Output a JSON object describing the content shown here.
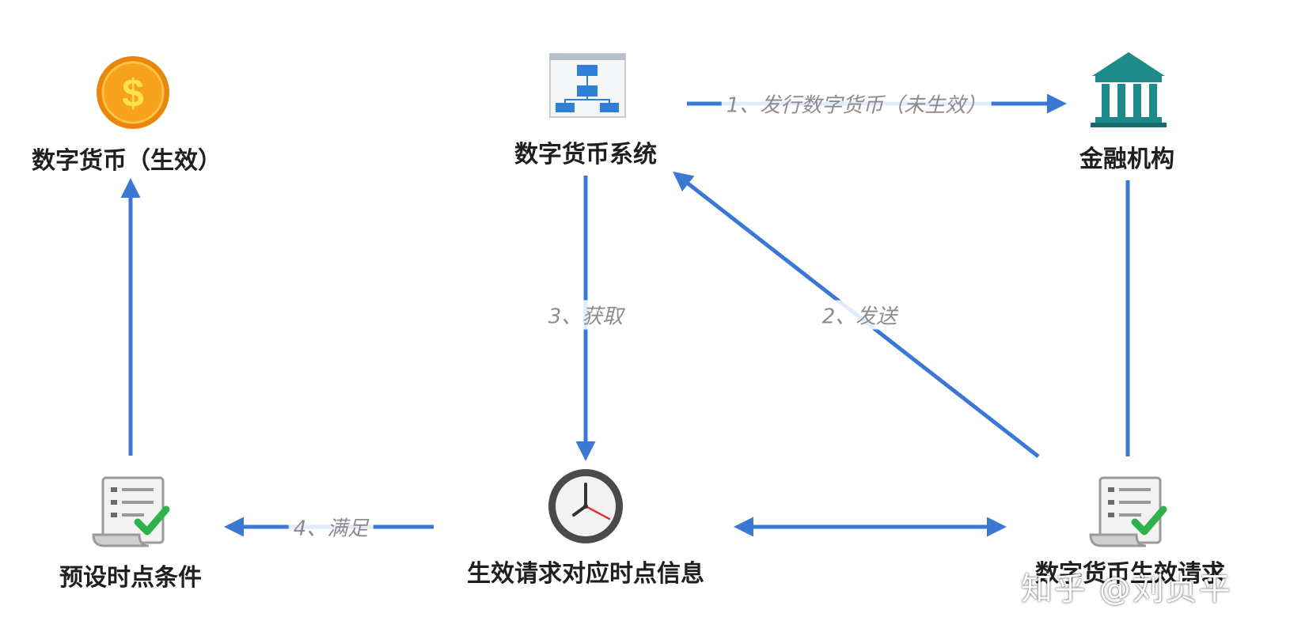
{
  "nodes": {
    "coin": {
      "label": "数字货币（生效）",
      "icon": "dollar-coin-icon"
    },
    "system": {
      "label": "数字货币系统",
      "icon": "org-chart-icon"
    },
    "bank": {
      "label": "金融机构",
      "icon": "bank-building-icon"
    },
    "condition": {
      "label": "预设时点条件",
      "icon": "checklist-scroll-icon"
    },
    "time_info": {
      "label": "生效请求对应时点信息",
      "icon": "clock-icon"
    },
    "request": {
      "label": "数字货币生效请求",
      "icon": "checklist-scroll-icon"
    }
  },
  "edges": {
    "issue": {
      "label": "1、发行数字货币（未生效）"
    },
    "send": {
      "label": "2、发送"
    },
    "fetch": {
      "label": "3、获取"
    },
    "satisfy": {
      "label": "4、满足"
    }
  },
  "watermark": "知乎 @刘贞平",
  "colors": {
    "arrow": "#3b78d4",
    "coin": "#f39c12",
    "bank": "#1f8a8a",
    "check": "#2fb24a"
  }
}
